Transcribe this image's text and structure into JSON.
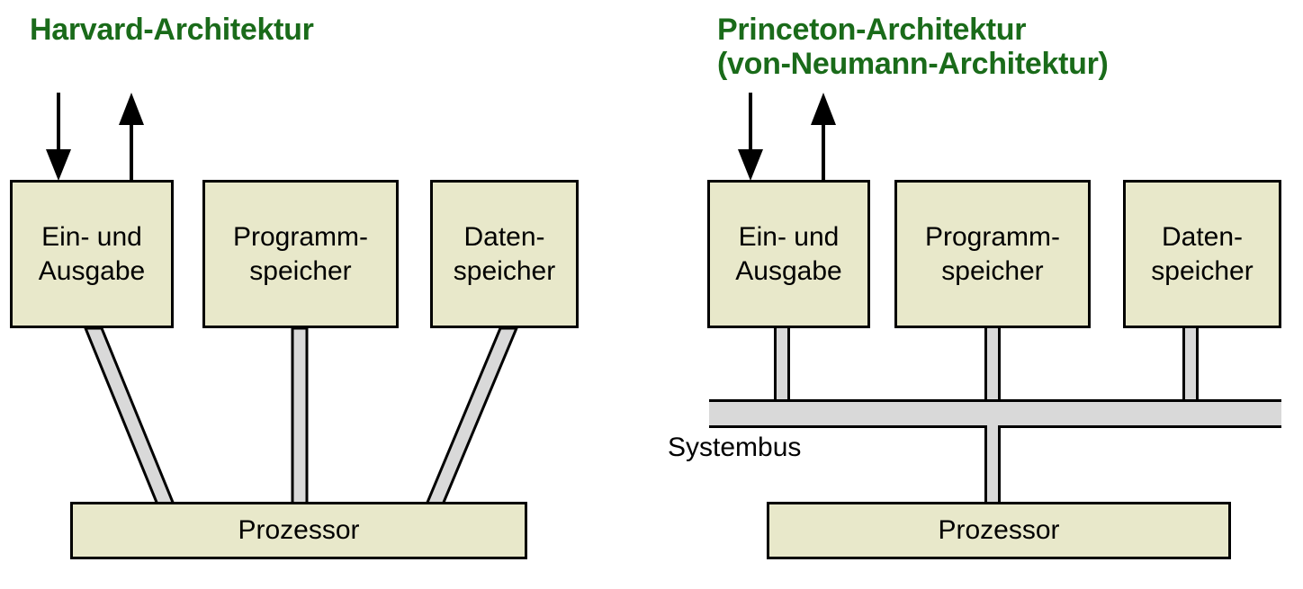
{
  "diagram": {
    "bg_color": "#ffffff",
    "box_fill": "#e8e8ca",
    "box_stroke": "#000000",
    "bus_fill": "#d9d9d9",
    "title_color": "#1a6b1a",
    "text_color": "#000000"
  },
  "left": {
    "title": "Harvard-Architektur",
    "boxes": [
      {
        "label": "Ein- und\nAusgabe"
      },
      {
        "label": "Programm-\nspeicher"
      },
      {
        "label": "Daten-\nspeicher"
      }
    ],
    "processor": {
      "label": "Prozessor"
    },
    "arrows": [
      {
        "name": "input-arrow",
        "direction": "down"
      },
      {
        "name": "output-arrow",
        "direction": "up"
      }
    ]
  },
  "right": {
    "title_line1": "Princeton-Architektur",
    "title_line2": "(von-Neumann-Architektur)",
    "boxes": [
      {
        "label": "Ein- und\nAusgabe"
      },
      {
        "label": "Programm-\nspeicher"
      },
      {
        "label": "Daten-\nspeicher"
      }
    ],
    "bus": {
      "label": "Systembus"
    },
    "processor": {
      "label": "Prozessor"
    },
    "arrows": [
      {
        "name": "input-arrow",
        "direction": "down"
      },
      {
        "name": "output-arrow",
        "direction": "up"
      }
    ]
  }
}
